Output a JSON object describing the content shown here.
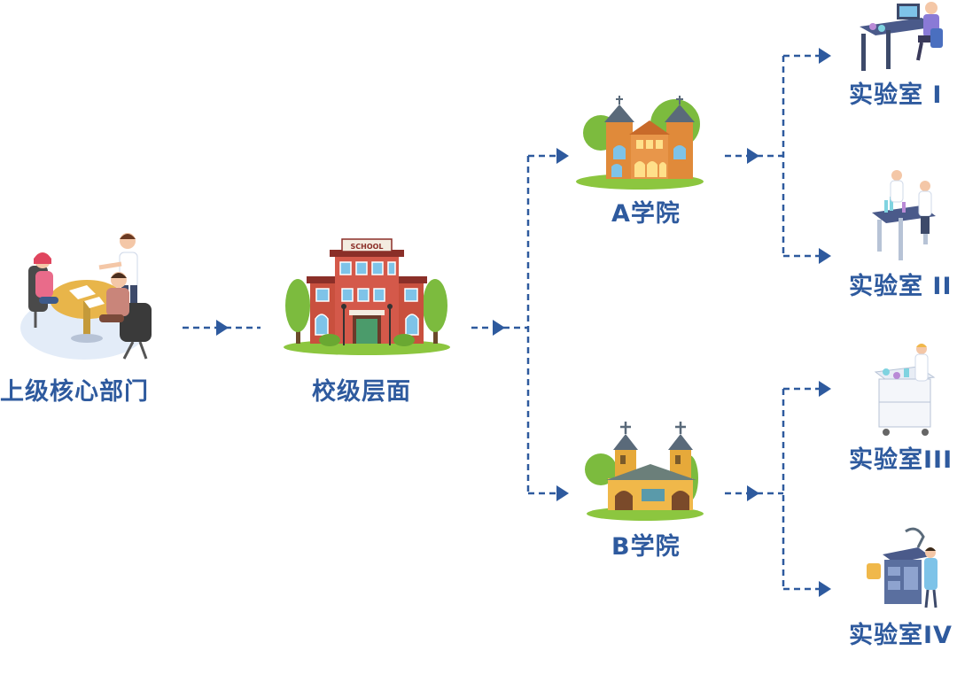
{
  "nodes": {
    "leader": {
      "label": "上级核心部门"
    },
    "school": {
      "label": "校级层面",
      "sign": "SCHOOL"
    },
    "college_a": {
      "label": "A学院"
    },
    "college_b": {
      "label": "B学院"
    },
    "lab_1": {
      "label": "实验室 I"
    },
    "lab_2": {
      "label": "实验室 II"
    },
    "lab_3": {
      "label": "实验室III"
    },
    "lab_4": {
      "label": "实验室IV"
    }
  },
  "colors": {
    "connector": "#2e5a9e",
    "label": "#2e5a9e",
    "brick": "#c9503e",
    "roof": "#8b2f28",
    "college_a_wall": "#e08a3a",
    "college_b_wall": "#e6a93a",
    "tree": "#7cbb3e",
    "grass": "#8cc63f",
    "lab_bench": "#4a5a8a"
  },
  "connections": [
    {
      "from": "leader",
      "to": "school"
    },
    {
      "from": "school",
      "to": "college_a"
    },
    {
      "from": "school",
      "to": "college_b"
    },
    {
      "from": "college_a",
      "to": "lab_1"
    },
    {
      "from": "college_a",
      "to": "lab_2"
    },
    {
      "from": "college_b",
      "to": "lab_3"
    },
    {
      "from": "college_b",
      "to": "lab_4"
    }
  ]
}
